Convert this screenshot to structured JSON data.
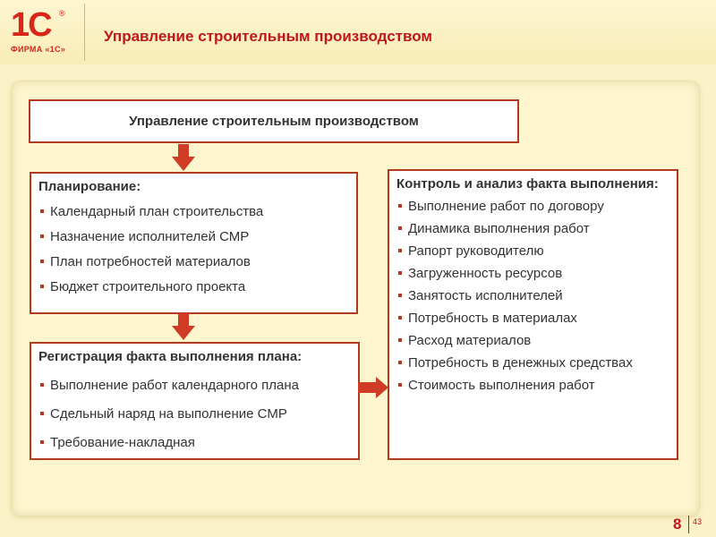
{
  "logo": {
    "mark": "1С",
    "reg": "®",
    "caption": "ФИРМА «1С»"
  },
  "header": {
    "title": "Управление строительным производством"
  },
  "diagram": {
    "top_box": {
      "label": "Управление строительным производством"
    },
    "planning": {
      "heading": "Планирование:",
      "items": [
        "Календарный план строительства",
        "Назначение исполнителей СМР",
        "План потребностей материалов",
        "Бюджет строительного проекта"
      ]
    },
    "registration": {
      "heading": "Регистрация факта выполнения плана:",
      "items": [
        "Выполнение работ календарного плана",
        "Сдельный наряд на выполнение СМР",
        "Требование-накладная"
      ]
    },
    "control": {
      "heading": "Контроль и анализ факта выполнения:",
      "items": [
        "Выполнение работ по договору",
        "Динамика выполнения работ",
        "Рапорт руководителю",
        "Загруженность ресурсов",
        "Занятость исполнителей",
        "Потребность в материалах",
        "Расход материалов",
        "Потребность в денежных средствах",
        "Стоимость выполнения работ"
      ]
    }
  },
  "footer": {
    "page": "8",
    "total": "43"
  },
  "colors": {
    "accent": "#c0171b",
    "border": "#b33a21",
    "arrow": "#cf3b25",
    "background": "#fbf3c8"
  }
}
